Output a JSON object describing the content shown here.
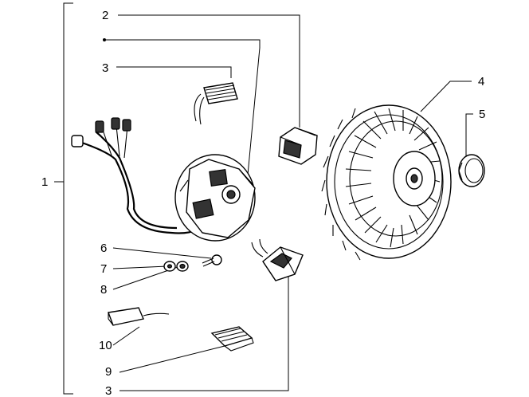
{
  "callouts": {
    "c1": "1",
    "c2": "2",
    "c3_top": "3",
    "c3_bottom": "3",
    "c4": "4",
    "c5": "5",
    "c6": "6",
    "c7": "7",
    "c8": "8",
    "c9": "9",
    "c10": "10"
  }
}
